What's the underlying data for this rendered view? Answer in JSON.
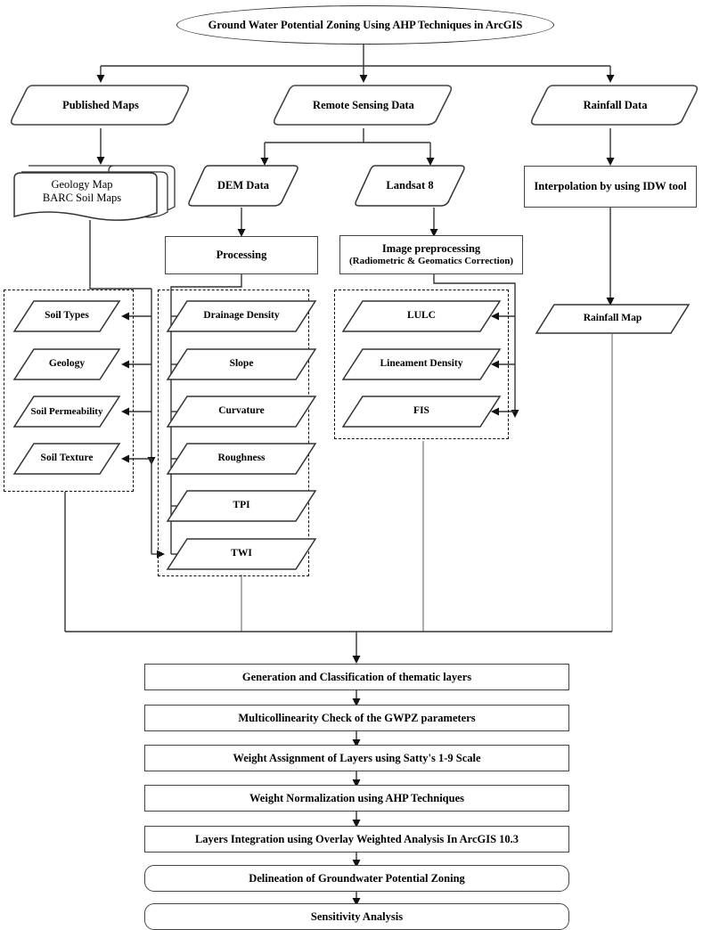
{
  "title": {
    "text": "Ground Water Potential Zoning Using AHP Techniques in ArcGIS"
  },
  "sources": [
    {
      "id": "published-maps",
      "label": "Published Maps"
    },
    {
      "id": "remote-sensing-data",
      "label": "Remote Sensing Data"
    },
    {
      "id": "rainfall-data",
      "label": "Rainfall Data"
    }
  ],
  "second_row": [
    {
      "id": "geology-barc-maps",
      "label_line1": "Geology Map",
      "label_line2": "BARC Soil Maps"
    },
    {
      "id": "dem-data",
      "label": "DEM Data"
    },
    {
      "id": "landsat-8",
      "label": "Landsat 8"
    },
    {
      "id": "interpolation-idw",
      "label": "Interpolation by using IDW  tool"
    }
  ],
  "processing": [
    {
      "id": "processing",
      "label": "Processing"
    },
    {
      "id": "image-preprocessing",
      "label_line1": "Image preprocessing",
      "label_line2": "(Radiometric & Geomatics Correction)"
    }
  ],
  "groups": {
    "soil_group": {
      "id": "soil-thematic-group",
      "items": [
        {
          "id": "soil-types",
          "label": "Soil Types"
        },
        {
          "id": "geology",
          "label": "Geology"
        },
        {
          "id": "soil-permeability",
          "label": "Soil Permeability"
        },
        {
          "id": "soil-texture",
          "label": "Soil Texture"
        }
      ]
    },
    "dem_group": {
      "id": "dem-thematic-group",
      "items": [
        {
          "id": "drainage-density",
          "label": "Drainage Density"
        },
        {
          "id": "slope",
          "label": "Slope"
        },
        {
          "id": "curvature",
          "label": "Curvature"
        },
        {
          "id": "roughness",
          "label": "Roughness"
        },
        {
          "id": "tpi",
          "label": "TPI"
        },
        {
          "id": "twi",
          "label": "TWI"
        }
      ]
    },
    "landsat_group": {
      "id": "landsat-thematic-group",
      "items": [
        {
          "id": "lulc",
          "label": "LULC"
        },
        {
          "id": "lineament-density",
          "label": "Lineament Density"
        },
        {
          "id": "fis",
          "label": "FIS"
        }
      ]
    }
  },
  "rainfall_map": {
    "id": "rainfall-map",
    "label": "Rainfall Map"
  },
  "workflow": [
    {
      "id": "generation-classification",
      "label": "Generation and Classification of  thematic layers",
      "shape": "rect"
    },
    {
      "id": "multicollinearity-check",
      "label": "Multicollinearity Check of the GWPZ parameters",
      "shape": "rect"
    },
    {
      "id": "weight-assignment",
      "label": "Weight Assignment of Layers using Satty's 1-9 Scale",
      "shape": "rect"
    },
    {
      "id": "weight-normalization",
      "label": "Weight Normalization using AHP Techniques",
      "shape": "rect"
    },
    {
      "id": "layers-integration",
      "label": "Layers Integration using Overlay Weighted Analysis In ArcGIS 10.3",
      "shape": "rect"
    },
    {
      "id": "delineation-gwpz",
      "label": "Delineation of Groundwater Potential Zoning",
      "shape": "rect-round"
    },
    {
      "id": "sensitivity-analysis",
      "label": "Sensitivity Analysis",
      "shape": "rect-round"
    }
  ],
  "colors": {
    "stroke": "#333333",
    "dashed": "#111111",
    "background": "#ffffff"
  }
}
